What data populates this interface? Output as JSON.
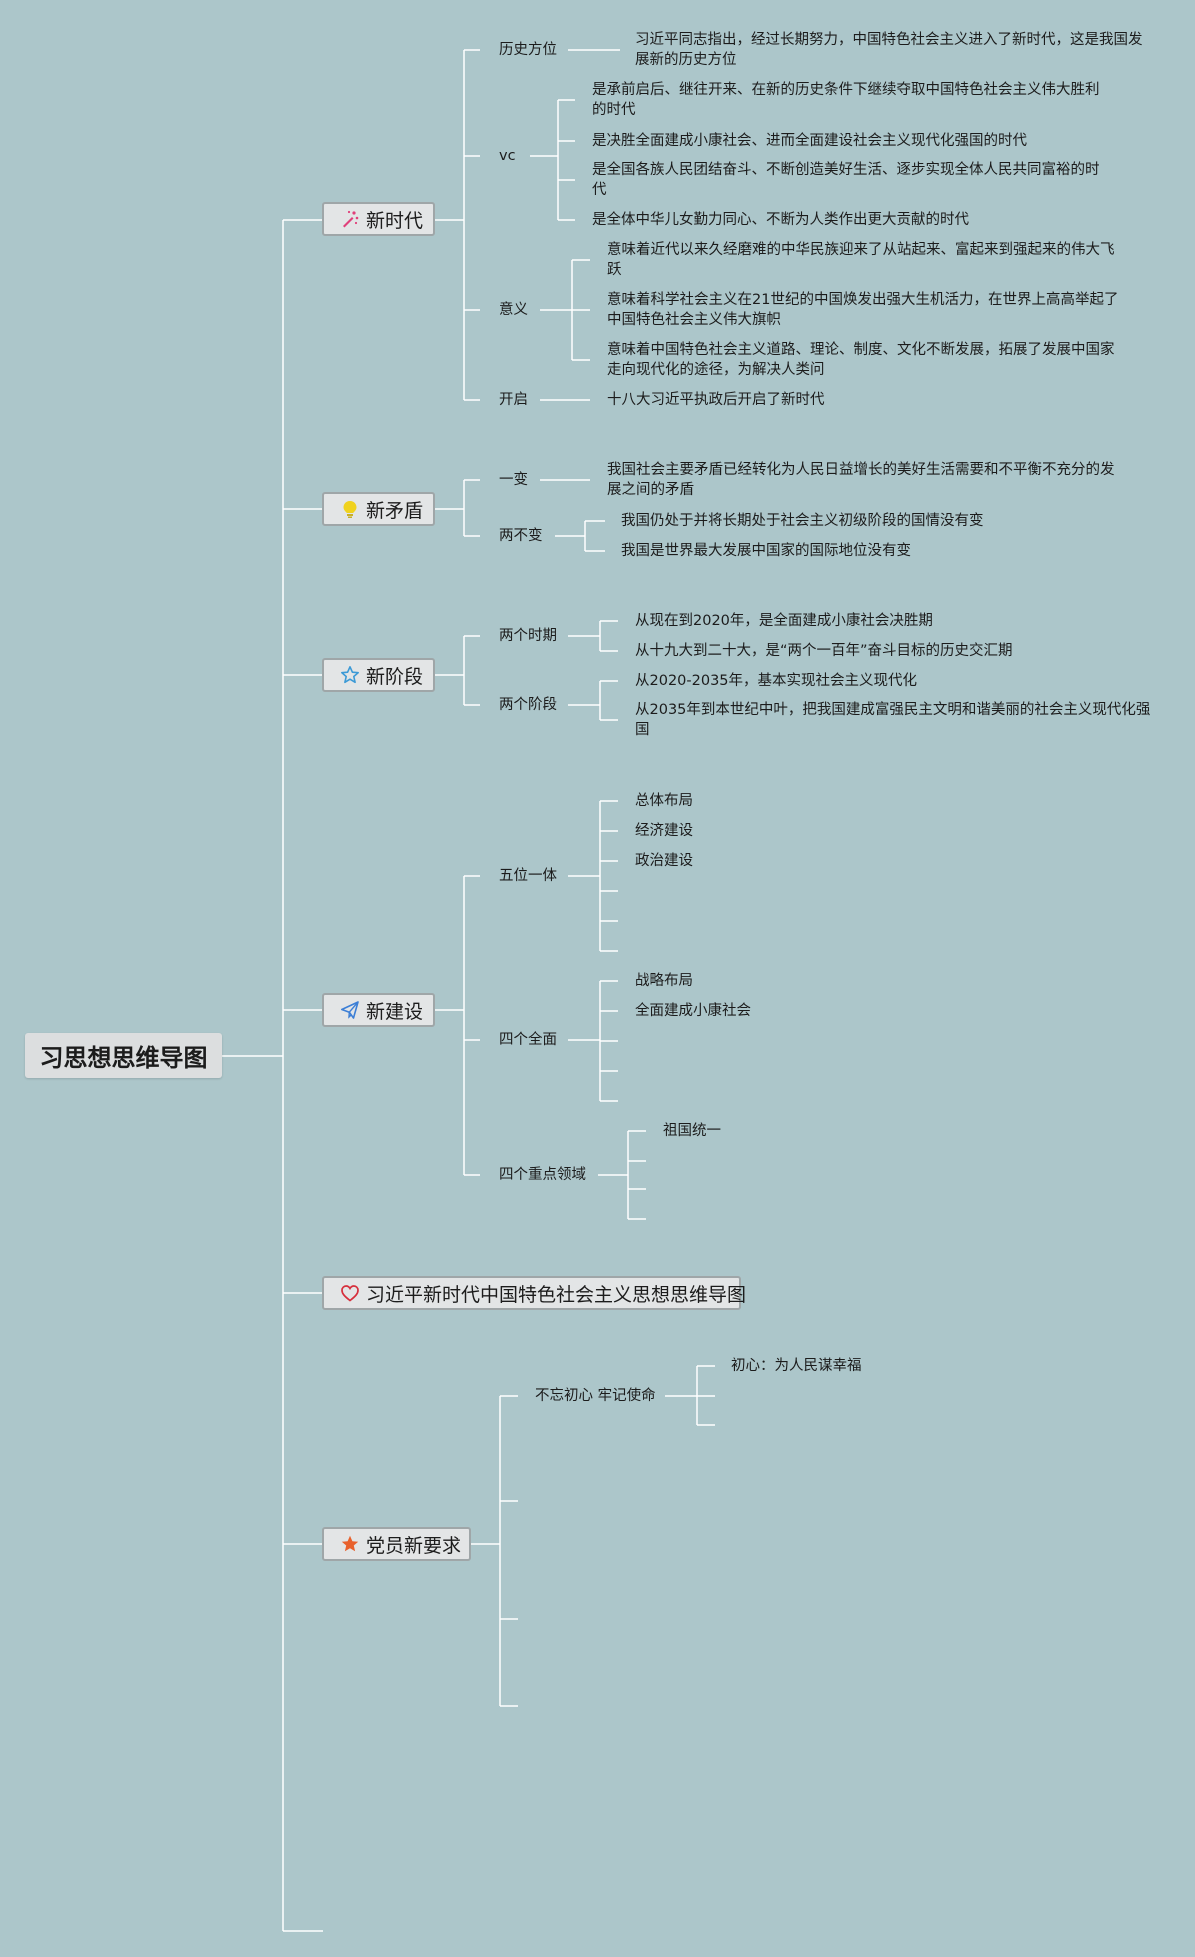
{
  "root": "习思想思维导图",
  "branches": {
    "b1": {
      "label": "新时代",
      "icon": "sparkle-icon",
      "sub1": {
        "label": "历史方位",
        "leaf1": "习近平同志指出，经过长期努力，中国特色社会主义进入了新时代，这是我国发\n展新的历史方位"
      },
      "sub2": {
        "label": "vc",
        "leaf1": "是承前启后、继往开来、在新的历史条件下继续夺取中国特色社会主义伟大胜利\n的时代",
        "leaf2": "是决胜全面建成小康社会、进而全面建设社会主义现代化强国的时代",
        "leaf3": "是全国各族人民团结奋斗、不断创造美好生活、逐步实现全体人民共同富裕的时\n代",
        "leaf4": "是全体中华儿女勤力同心、不断为人类作出更大贡献的时代"
      },
      "sub3": {
        "label": "意义",
        "leaf1": "意味着近代以来久经磨难的中华民族迎来了从站起来、富起来到强起来的伟大飞\n跃",
        "leaf2": "意味着科学社会主义在21世纪的中国焕发出强大生机活力，在世界上高高举起了\n中国特色社会主义伟大旗帜",
        "leaf3": "意味着中国特色社会主义道路、理论、制度、文化不断发展，拓展了发展中国家\n走向现代化的途径，为解决人类问"
      },
      "sub4": {
        "label": "开启",
        "leaf1": "十八大习近平执政后开启了新时代"
      }
    },
    "b2": {
      "label": "新矛盾",
      "icon": "lightbulb-icon",
      "sub1": {
        "label": "一变",
        "leaf1": "我国社会主要矛盾已经转化为人民日益增长的美好生活需要和不平衡不充分的发\n展之间的矛盾"
      },
      "sub2": {
        "label": "两不变",
        "leaf1": "我国仍处于并将长期处于社会主义初级阶段的国情没有变",
        "leaf2": "我国是世界最大发展中国家的国际地位没有变"
      }
    },
    "b3": {
      "label": "新阶段",
      "icon": "star-outline-icon",
      "sub1": {
        "label": "两个时期",
        "leaf1": "从现在到2020年，是全面建成小康社会决胜期",
        "leaf2": "从十九大到二十大，是“两个一百年”奋斗目标的历史交汇期"
      },
      "sub2": {
        "label": "两个阶段",
        "leaf1": "从2020-2035年，基本实现社会主义现代化",
        "leaf2": "从2035年到本世纪中叶，把我国建成富强民主文明和谐美丽的社会主义现代化强\n国"
      }
    },
    "b4": {
      "label": "新建设",
      "icon": "paper-plane-icon",
      "sub1": {
        "label": "五位一体",
        "leaf1": "总体布局",
        "leaf2": "经济建设",
        "leaf3": "政治建设"
      },
      "sub2": {
        "label": "四个全面",
        "leaf1": "战略布局",
        "leaf2": "全面建成小康社会"
      },
      "sub3": {
        "label": "四个重点领域",
        "leaf1": "祖国统一"
      }
    },
    "b5": {
      "label": "习近平新时代中国特色社会主义思想思维导图",
      "icon": "heart-icon"
    },
    "b6": {
      "label": "党员新要求",
      "icon": "star-filled-icon",
      "sub1": {
        "label": "不忘初心 牢记使命",
        "leaf1": "初心：为人民谋幸福"
      }
    }
  },
  "colors": {
    "background": "#acc6ca",
    "connector": "#ffffff",
    "sparkle": "#e0407a",
    "lightbulb": "#f0d21e",
    "star_outline": "#3c9ad6",
    "paper_plane": "#3c7fd6",
    "heart": "#d62f3c",
    "star_filled": "#e8612c"
  }
}
